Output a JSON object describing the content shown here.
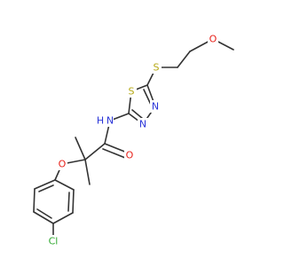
{
  "molecule": {
    "atoms": {
      "O_methoxy": "O",
      "S_thioether": "S",
      "S_ring": "S",
      "N_ring_1": "N",
      "N_ring_2": "N",
      "N_amide": "N",
      "H_amide": "H",
      "O_carbonyl": "O",
      "O_ether": "O",
      "Cl": "Cl"
    },
    "colors": {
      "bond": "#333333",
      "carbon": "#333333",
      "oxygen": "#e8221b",
      "nitrogen": "#2a35d8",
      "sulfur": "#b5a814",
      "chlorine": "#2fa82f"
    }
  }
}
